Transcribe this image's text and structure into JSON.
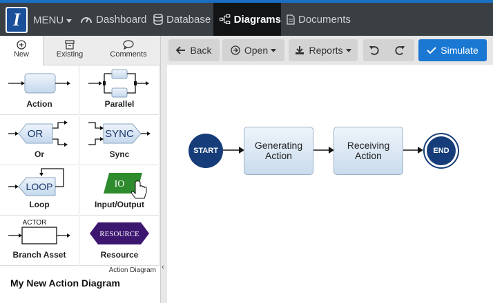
{
  "topbar": {
    "logo_letter": "I",
    "menu_label": "MENU",
    "nav": [
      {
        "label": "Dashboard",
        "icon": "dashboard-icon"
      },
      {
        "label": "Database",
        "icon": "database-icon"
      },
      {
        "label": "Diagrams",
        "icon": "diagram-icon",
        "active": true
      },
      {
        "label": "Documents",
        "icon": "document-icon"
      }
    ]
  },
  "sidebar": {
    "tabs": [
      {
        "label": "New",
        "icon": "plus-circle-icon",
        "active": true
      },
      {
        "label": "Existing",
        "icon": "archive-icon"
      },
      {
        "label": "Comments",
        "icon": "comment-icon"
      }
    ],
    "shapes": [
      {
        "label": "Action",
        "shape_text": ""
      },
      {
        "label": "Parallel",
        "shape_text": ""
      },
      {
        "label": "Or",
        "shape_text": "OR"
      },
      {
        "label": "Sync",
        "shape_text": "SYNC"
      },
      {
        "label": "Loop",
        "shape_text": "LOOP"
      },
      {
        "label": "Input/Output",
        "shape_text": "IO"
      },
      {
        "label": "Branch Asset",
        "shape_text": "ACTOR"
      },
      {
        "label": "Resource",
        "shape_text": "RESOURCE"
      }
    ],
    "diagram_type": "Action Diagram",
    "diagram_name": "My New Action Diagram"
  },
  "toolbar": {
    "back_label": "Back",
    "open_label": "Open",
    "reports_label": "Reports",
    "simulate_label": "Simulate"
  },
  "canvas": {
    "start_label": "START",
    "end_label": "END",
    "actions": [
      "Generating Action",
      "Receiving Action"
    ]
  },
  "colors": {
    "accent": "#1a78d2",
    "topbar": "#3a3f44",
    "node_fill": "#c9dced",
    "start_end": "#163d79",
    "io_green": "#2e8b2e",
    "resource_purple": "#3d1670"
  }
}
